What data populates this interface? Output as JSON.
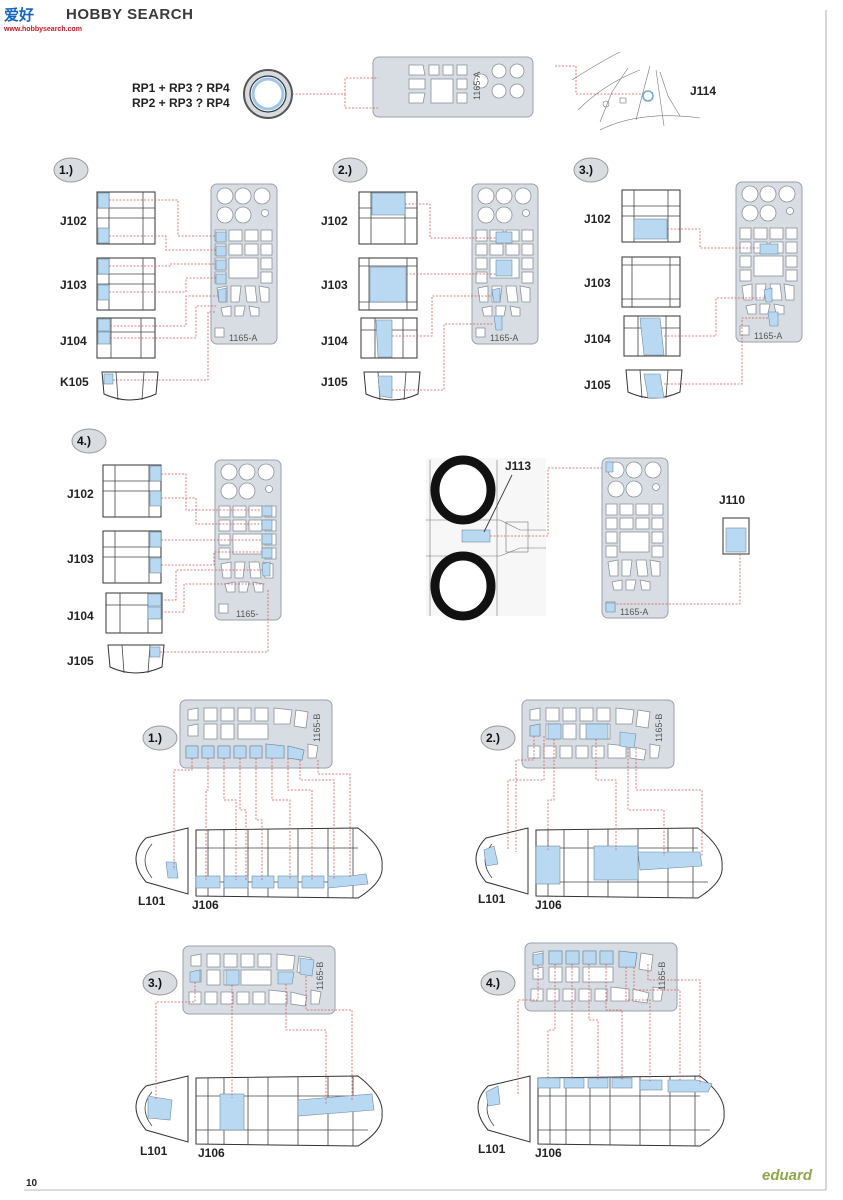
{
  "watermark": {
    "site": "HOBBY SEARCH",
    "chinese": "爱好",
    "url": "www.hobbysearch.com"
  },
  "top": {
    "formula_1": "RP1 + RP3 ? RP4",
    "formula_2": "RP2 + RP3 ? RP4",
    "part_j114": "J114",
    "fret_code": "1165-A"
  },
  "panels_a": [
    {
      "step": "1.)",
      "labels": [
        "J102",
        "J103",
        "J104",
        "K105"
      ],
      "fret_code": "1165-A"
    },
    {
      "step": "2.)",
      "labels": [
        "J102",
        "J103",
        "J104",
        "J105"
      ],
      "fret_code": "1165-A"
    },
    {
      "step": "3.)",
      "labels": [
        "J102",
        "J103",
        "J104",
        "J105"
      ],
      "fret_code": "1165-A"
    },
    {
      "step": "4.)",
      "labels": [
        "J102",
        "J103",
        "J104",
        "J105"
      ],
      "fret_code": "1165-"
    }
  ],
  "wheels": {
    "part_j113": "J113",
    "part_j110": "J110",
    "fret_code": "1165-A"
  },
  "panels_b": [
    {
      "step": "1.)",
      "label_l": "L101",
      "label_j": "J106",
      "fret_code": "1165-B"
    },
    {
      "step": "2.)",
      "label_l": "L101",
      "label_j": "J106",
      "fret_code": "1165-B"
    },
    {
      "step": "3.)",
      "label_l": "L101",
      "label_j": "J106",
      "fret_code": "1165-B"
    },
    {
      "step": "4.)",
      "label_l": "L101",
      "label_j": "J106",
      "fret_code": "1165-B"
    }
  ],
  "footer": {
    "page_number": "10",
    "brand": "eduard"
  }
}
